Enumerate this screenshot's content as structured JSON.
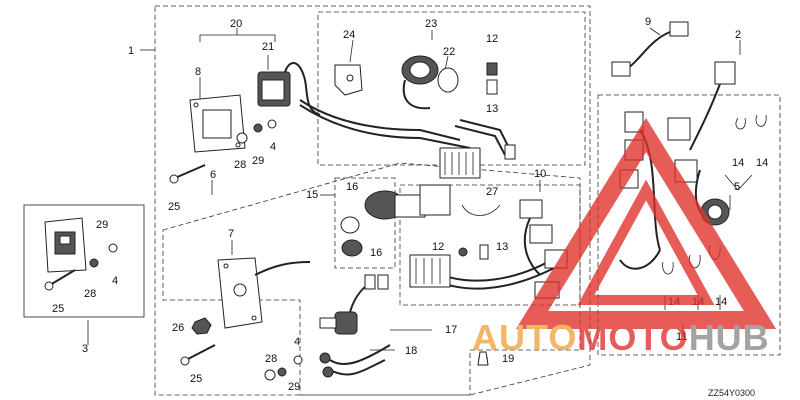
{
  "callouts": {
    "c1": "1",
    "c2": "2",
    "c3": "3",
    "c4a": "4",
    "c4b": "4",
    "c4c": "4",
    "c5": "5",
    "c6": "6",
    "c7": "7",
    "c8": "8",
    "c9": "9",
    "c10": "10",
    "c11": "11",
    "c12a": "12",
    "c12b": "12",
    "c13a": "13",
    "c13b": "13",
    "c14a": "14",
    "c14b": "14",
    "c14c": "14",
    "c14d": "14",
    "c14e": "14",
    "c15": "15",
    "c16a": "16",
    "c16b": "16",
    "c17": "17",
    "c18": "18",
    "c19": "19",
    "c20": "20",
    "c21": "21",
    "c22": "22",
    "c23": "23",
    "c24": "24",
    "c25a": "25",
    "c25b": "25",
    "c25c": "25",
    "c26": "26",
    "c27": "27",
    "c28a": "28",
    "c28b": "28",
    "c28c": "28",
    "c29a": "29",
    "c29b": "29",
    "c29c": "29"
  },
  "diagram_code": "ZZ54Y0300",
  "watermark": {
    "auto": "AUTO",
    "moto": "MOTO",
    "hub": "HUB"
  },
  "colors": {
    "watermark_red": "#e0302a",
    "watermark_orange": "#f0a23c",
    "watermark_grey": "#8a8a8a"
  }
}
